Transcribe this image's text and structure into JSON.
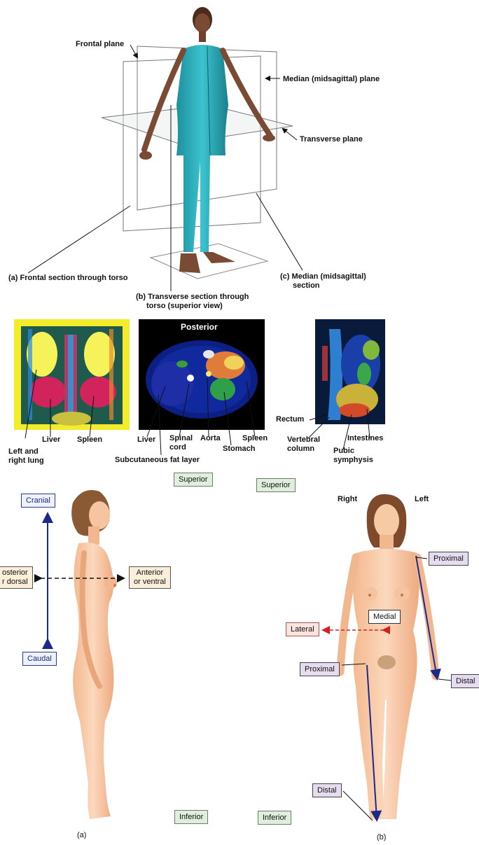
{
  "top_panel": {
    "frontal_plane": "Frontal plane",
    "median_plane": "Median (midsagittal) plane",
    "transverse_plane": "Transverse plane",
    "section_a": "(a) Frontal section through torso",
    "section_b_line1": "(b) Transverse section through",
    "section_b_line2": "torso (superior view)",
    "section_c_line1": "(c) Median (midsagittal)",
    "section_c_line2": "section"
  },
  "scans": {
    "frontal": {
      "liver": "Liver",
      "spleen": "Spleen",
      "lung_line1": "Left and",
      "lung_line2": "right lung"
    },
    "transverse": {
      "posterior": "Posterior",
      "liver": "Liver",
      "spinal_line1": "Spinal",
      "spinal_line2": "cord",
      "aorta": "Aorta",
      "spleen": "Spleen",
      "stomach": "Stomach",
      "fat": "Subcutaneous fat layer"
    },
    "median": {
      "rectum": "Rectum",
      "vertebral_line1": "Vertebral",
      "vertebral_line2": "column",
      "intestines": "Intestines",
      "pubic_line1": "Pubic",
      "pubic_line2": "symphysis"
    }
  },
  "directions": {
    "superior_left": "Superior",
    "superior_right": "Superior",
    "inferior_left": "Inferior",
    "inferior_right": "Inferior",
    "cranial": "Cranial",
    "caudal": "Caudal",
    "posterior_line1": "osterior",
    "posterior_line2": "r dorsal",
    "anterior_line1": "Anterior",
    "anterior_line2": "or ventral",
    "right": "Right",
    "left": "Left",
    "proximal_arm": "Proximal",
    "distal_arm": "Distal",
    "medial": "Medial",
    "lateral": "Lateral",
    "proximal_leg": "Proximal",
    "distal_leg": "Distal",
    "caption_a": "(a)",
    "caption_b": "(b)"
  },
  "colors": {
    "suit": "#2aa8b6",
    "skin": "#f6c9a4",
    "hair": "#8a5a34",
    "arrow_blue": "#1b2a8a",
    "arrow_red": "#d62020"
  }
}
